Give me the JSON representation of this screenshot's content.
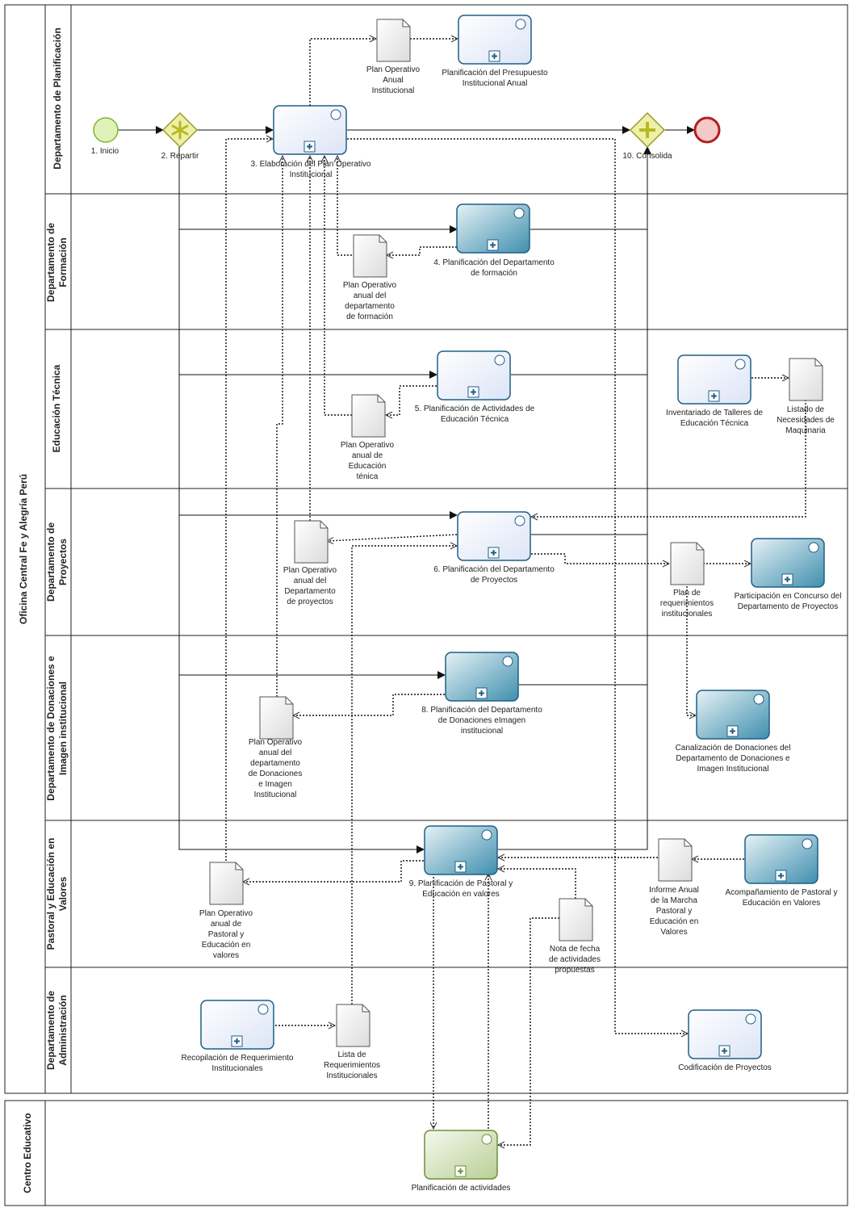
{
  "pool_main": "Oficina Central Fe y Alegría Perú",
  "pool_centro": "Centro Educativo",
  "lanes": {
    "planificacion": "Departamento de  Planificación",
    "formacion": "Departamento de\nFormación",
    "tecnica": "Educación Técnica",
    "proyectos": "Departamento de\nProyectos",
    "donaciones": "Departamento de Donaciones e\nImagen institucional",
    "pastoral": "Pastoral y Educación en\nValores",
    "administracion": "Departamento de\nAdministración"
  },
  "events": {
    "inicio": "1. Inicio",
    "repartir": "2. Repartir",
    "consolida": "10. Consolida"
  },
  "tasks": {
    "t3": "3. Elaboración del Plan Operativo\nInstitucional",
    "presupuesto": "Planificación del Presupuesto\nInstitucional Anual",
    "t4": "4.  Planificación del Departamento\nde formación",
    "t5": "5. Planificación de Actividades de\nEducación Técnica",
    "inventariado": "Inventariado de Talleres de\nEducación Técnica",
    "t6": "6. Planificación del Departamento\nde Proyectos",
    "participacion": "Participación en Concurso del\nDepartamento de Proyectos",
    "t8": "8. Planificación del Departamento\nde Donaciones eImagen\ninstitucional",
    "canalizacion": "Canalización de Donaciones del\nDepartamento de Donaciones e\nImagen Institucional",
    "t9": "9. Planificación de Pastoral y\nEducación en valores",
    "acompanamiento": "Acompañamiento de Pastoral y\nEducación en Valores",
    "recopilacion": "Recopilación de Requerimiento\nInstitucionales",
    "codificacion": "Codificación de Proyectos",
    "actividades": "Planificación de actividades"
  },
  "documents": {
    "poa": "Plan Operativo\nAnual\nInstitucional",
    "po_formacion": "Plan Operativo\nanual del\ndepartamento\nde formación",
    "po_tecnica": "Plan Operativo\nanual de\nEducación\nténica",
    "listado": "Listado de\nNecesidades de\nMaquinaria",
    "po_proyectos": "Plan Operativo\nanual del\nDepartamento\nde proyectos",
    "plan_req": "Plan de\nrequerimientos\ninstitucionales",
    "po_donaciones": "Plan  Operativo\nanual del\ndepartamento\nde Donaciones\ne Imagen\nInstitucional",
    "po_pastoral": "Plan Operativo\nanual de\nPastoral y\nEducación en\nvalores",
    "informe": "Informe Anual\nde la Marcha\nPastoral y\nEducación en\nValores",
    "nota": "Nota de fecha\nde actividades\npropuestas",
    "lista_req": "Lista de\nRequerimientos\nInstitucionales"
  },
  "colors": {
    "task_light_fill": "#eef2fb",
    "task_teal_fill": "#7fb5c9",
    "task_stroke": "#1f5f86",
    "green_task_fill": "#dfe9cf",
    "green_task_stroke": "#6d8f3a",
    "start_fill": "#dff3b8",
    "start_stroke": "#7fb32e",
    "end_fill": "#f6c9c9",
    "end_stroke": "#b21e1e",
    "gateway_fill": "#eef0a8",
    "gateway_stroke": "#9a9a2a"
  },
  "icons": {
    "gateway_complex": "asterisk-gateway-icon",
    "gateway_parallel": "plus-gateway-icon",
    "subprocess_marker": "plus-box-icon",
    "document": "document-icon"
  }
}
